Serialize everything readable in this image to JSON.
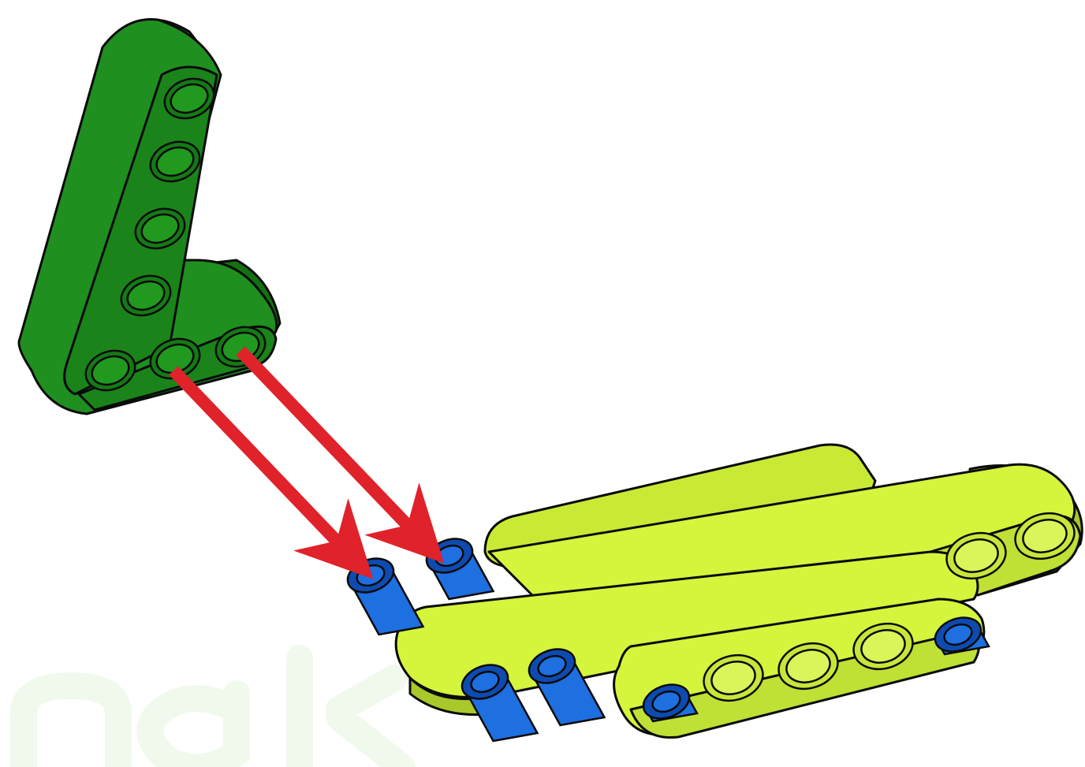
{
  "figure": {
    "description_free": true,
    "watermark_text": "nalkom",
    "parts": {
      "angled_beam": {
        "name": "green-L-beam",
        "color": "#1f8f1f",
        "color_dark": "#137013",
        "hole_color": "#157a15"
      },
      "straight_beams": {
        "color": "#d4f53c",
        "color_dark": "#a9c82a",
        "hole_color": "#c7e63a"
      },
      "pins": {
        "color": "#1e6fe0",
        "color_dark": "#0d4bb0"
      },
      "arrows": {
        "color": "#e0222a",
        "count": 2
      }
    }
  }
}
